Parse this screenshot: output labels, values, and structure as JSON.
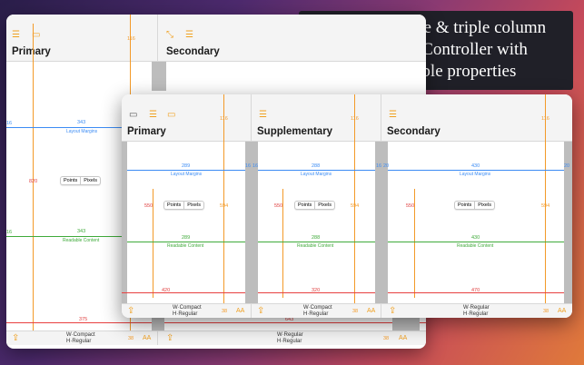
{
  "caption": {
    "line1": "Classic, double & triple column",
    "line2": "Split View Controller with",
    "line3": "configurable properties"
  },
  "back_window": {
    "columns": [
      {
        "title": "Primary"
      },
      {
        "title": "Secondary"
      }
    ],
    "layout_margins": {
      "value": "343",
      "label": "Layout Margins",
      "inset_left": "16"
    },
    "readable_content": {
      "value": "343",
      "label": "Readable Content",
      "inset_left": "16"
    },
    "height_value": "820",
    "header_value": "116",
    "segmented": {
      "points": "Points",
      "pixels": "Pixels"
    },
    "bottom_widths": [
      "375",
      "643"
    ],
    "footer": [
      {
        "width": "Compact",
        "height": "Regular",
        "w_prefix": "W",
        "h_prefix": "H"
      },
      {
        "width": "Regular",
        "height": "Regular",
        "w_prefix": "W",
        "h_prefix": "H"
      }
    ],
    "footer_value": "38",
    "text_size_label": "AA"
  },
  "front_window": {
    "columns": [
      {
        "title": "Primary",
        "layout": "289",
        "readable": "289",
        "left_inset": "16",
        "right_inset": "16",
        "height": "550",
        "sub_height": "594",
        "header": "116",
        "width": "420",
        "footer_value": "38",
        "w_class": "Compact",
        "h_class": "Regular"
      },
      {
        "title": "Supplementary",
        "layout": "288",
        "readable": "288",
        "left_inset": "16",
        "right_inset": "16",
        "height": "550",
        "sub_height": "594",
        "header": "116",
        "width": "320",
        "footer_value": "38",
        "w_class": "Compact",
        "h_class": "Regular"
      },
      {
        "title": "Secondary",
        "layout": "430",
        "readable": "430",
        "left_inset": "20",
        "right_inset": "20",
        "height": "550",
        "sub_height": "594",
        "header": "116",
        "width": "470",
        "footer_value": "38",
        "w_class": "Regular",
        "h_class": "Regular"
      }
    ],
    "layout_label": "Layout Margins",
    "readable_label": "Readable Content",
    "segmented": {
      "points": "Points",
      "pixels": "Pixels"
    },
    "w_prefix": "W",
    "h_prefix": "H",
    "text_size_label": "AA"
  },
  "icons": [
    "list-icon",
    "sidebar-icon",
    "expand-icon",
    "share-icon"
  ],
  "colors": {
    "layout_margin": "#3c8cf4",
    "readable_content": "#3faa3a",
    "measure": "#f39a28",
    "width_measure": "#e84040"
  }
}
